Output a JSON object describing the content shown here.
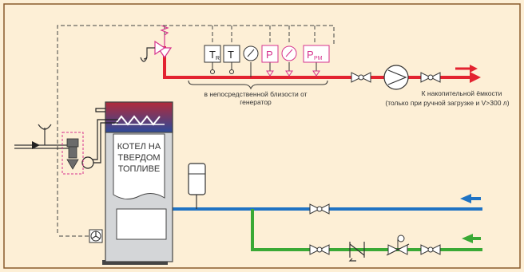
{
  "colors": {
    "background": "#fdefd6",
    "frame": "#8a5a2b",
    "hot_pipe": "#e32330",
    "cold_pipe": "#1f73c4",
    "fill_pipe": "#3aa935",
    "instrument_pink": "#d6338d",
    "line": "#333333",
    "boiler_top": "#b22a3a",
    "boiler_bottom": "#2c4a9a"
  },
  "boiler": {
    "label_line1": "КОТЕЛ НА",
    "label_line2": "ТВЕРДОМ",
    "label_line3": "ТОПЛИВЕ"
  },
  "instruments": {
    "tr": "T",
    "tr_sub": "R",
    "t": "T",
    "p": "P",
    "ppm": "P",
    "ppm_sub": "PM"
  },
  "labels": {
    "near_generator_line1": "в непосредственной близости от",
    "near_generator_line2": "генератор",
    "storage_line1": "К накопительной ёмкости",
    "storage_line2": "(только при ручной загрузке и  V>300 л)"
  },
  "icons": [
    "gauge-icon",
    "pump-icon",
    "fan-icon",
    "valve-icon",
    "check-valve-icon",
    "pressure-reducer-icon",
    "safety-valve-icon",
    "expansion-tank-icon",
    "thermostatic-valve-icon",
    "heat-exchanger-coil-icon",
    "arrow-icon"
  ]
}
